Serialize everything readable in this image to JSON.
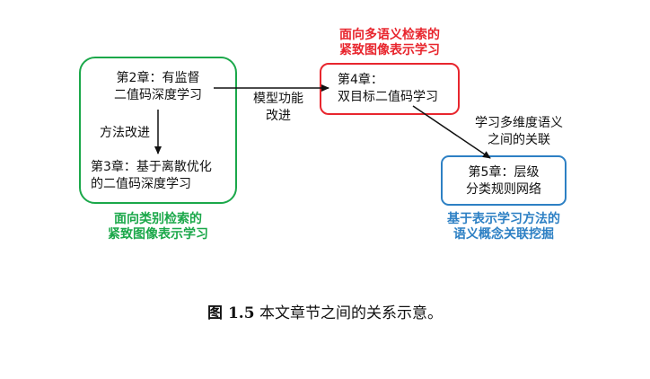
{
  "top_label": {
    "line1": "面向多语义检索的",
    "line2": "紧致图像表示学习"
  },
  "chapter2": {
    "line1": "第2章：有监督",
    "line2": "二值码深度学习"
  },
  "chapter3": {
    "line1": "第3章：基于离散优化",
    "line2": "的二值码深度学习"
  },
  "chapter4": {
    "line1": "第4章：",
    "line2": "双目标二值码学习"
  },
  "chapter5": {
    "line1": "第5章：层级",
    "line2": "分类规则网络"
  },
  "edge_labels": {
    "method_improvement": "方法改进",
    "model_improvement_line1": "模型功能",
    "model_improvement_line2": "改进",
    "multi_semantic_line1": "学习多维度语义",
    "multi_semantic_line2": "之间的关联"
  },
  "green_label": {
    "line1": "面向类别检索的",
    "line2": "紧致图像表示学习"
  },
  "blue_label": {
    "line1": "基于表示学习方法的",
    "line2": "语义概念关联挖掘"
  },
  "caption": {
    "figure_number": "图 1.5",
    "text": "本文章节之间的关系示意。"
  },
  "colors": {
    "green": "#1ba84a",
    "red": "#e8262e",
    "blue": "#2d80c4"
  }
}
